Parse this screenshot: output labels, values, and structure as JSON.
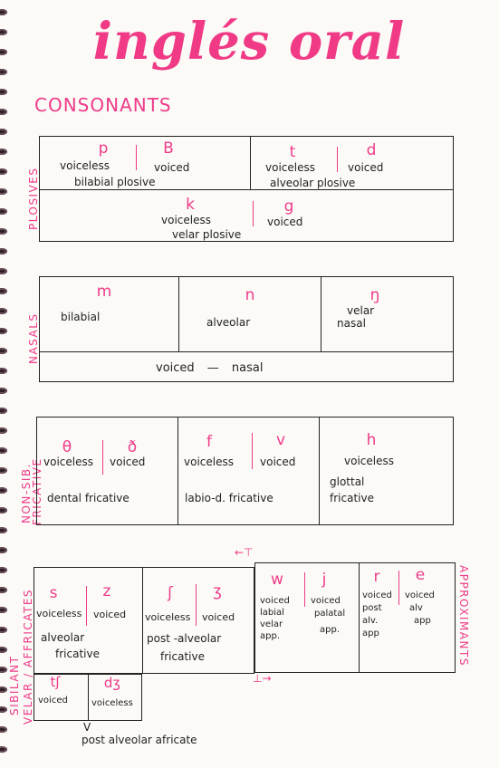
{
  "title": "inglés oral",
  "subtitle": "CONSONANTS",
  "plosives": {
    "side_label": "PLOSIVES",
    "p": "p",
    "b": "B",
    "t": "t",
    "d": "d",
    "k": "k",
    "g": "g",
    "voiceless": "voiceless",
    "voiced": "voiced",
    "bilabial": "bilabial plosive",
    "alveolar": "alveolar plosive",
    "velar": "velar plosive"
  },
  "nasals": {
    "side_label": "NASALS",
    "m": "m",
    "n": "n",
    "ng": "ŋ",
    "bilabial": "bilabial",
    "alveolar": "alveolar",
    "velar1": "velar",
    "velar2": "nasal",
    "bottom": "voiced — nasal"
  },
  "fricatives": {
    "side_label1": "NON-SIB.",
    "side_label2": "FRICATIVE",
    "th": "θ",
    "dh": "ð",
    "f": "f",
    "v": "v",
    "h": "h",
    "voiceless": "voiceless",
    "voiced": "voiced",
    "dental": "dental fricative",
    "labiod": "labio-d. fricative",
    "glottal1": "glottal",
    "glottal2": "fricative"
  },
  "bottom": {
    "side_label1": "SIBILANT",
    "side_label2": "VELAR / AFFRICATES",
    "right_label": "APPROXIMANTS",
    "s": "s",
    "z": "z",
    "sh": "ʃ",
    "zh": "ʒ",
    "w": "w",
    "j": "j",
    "r": "r",
    "l": "e",
    "voiceless": "voiceless",
    "voiced": "voiced",
    "alv1": "alveolar",
    "alv2": "fricative",
    "post1": "post -alveolar",
    "post2": "fricative",
    "w1": "voiced",
    "w2": "labial",
    "w3": "velar",
    "w4": "app.",
    "j1": "voiced",
    "j2": "palatal",
    "j3": "app.",
    "r1": "voiced",
    "r2": "post",
    "r3": "alv.",
    "r4": "app",
    "l1": "voiced",
    "l2": "alv",
    "l3": "app",
    "tsh": "tʃ",
    "dzh": "dʒ",
    "aff_voiced": "voiced",
    "aff_voiceless": "voiceless",
    "aff_label": "post alveolar africate"
  }
}
